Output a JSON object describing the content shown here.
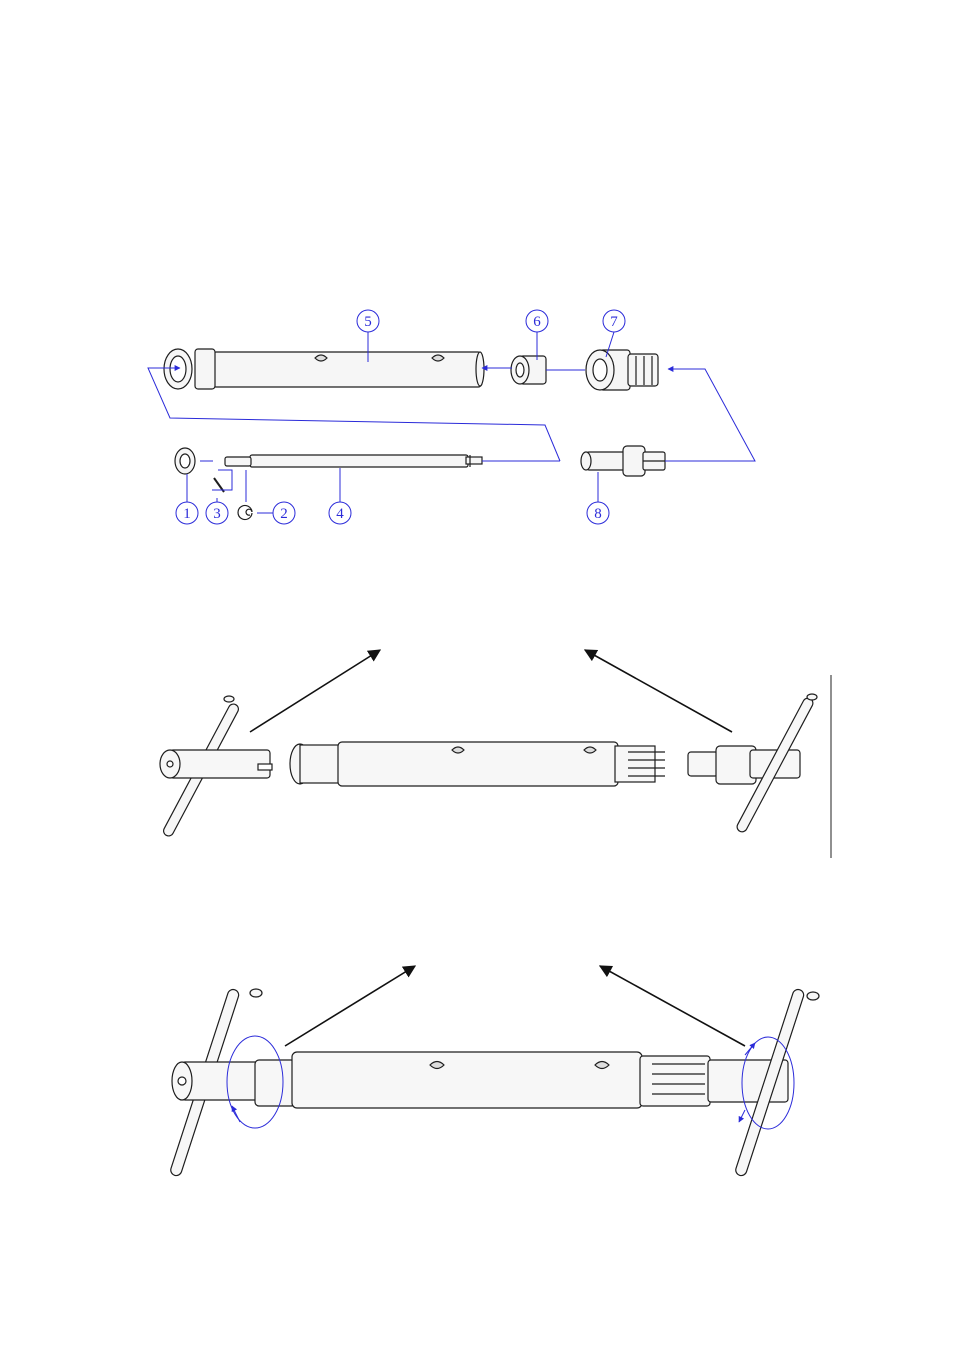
{
  "exploded_view": {
    "callouts": [
      {
        "id": "callout-1",
        "label": "1"
      },
      {
        "id": "callout-2",
        "label": "2"
      },
      {
        "id": "callout-3",
        "label": "3"
      },
      {
        "id": "callout-4",
        "label": "4"
      },
      {
        "id": "callout-5",
        "label": "5"
      },
      {
        "id": "callout-6",
        "label": "6"
      },
      {
        "id": "callout-7",
        "label": "7"
      },
      {
        "id": "callout-8",
        "label": "8"
      }
    ]
  },
  "colors": {
    "line": "#1e1e1e",
    "callout": "#2b2bd9",
    "fill_light": "#f4f4f4"
  }
}
